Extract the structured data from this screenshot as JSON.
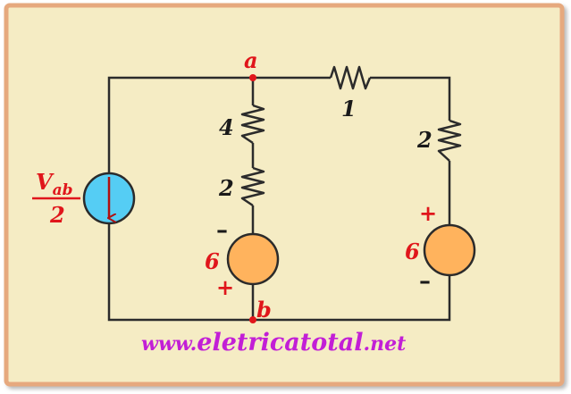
{
  "node_labels": {
    "a": "a",
    "b": "b"
  },
  "resistors": {
    "r_top": "1",
    "r_left_upper": "4",
    "r_left_lower": "2",
    "r_right": "2"
  },
  "current_source": {
    "numerator": "V",
    "subscript": "ab",
    "denominator": "2"
  },
  "middle_source": {
    "value": "6",
    "top_sign": "–",
    "bottom_sign": "+"
  },
  "right_source": {
    "value": "6",
    "top_sign": "+",
    "bottom_sign": "–"
  },
  "watermark": {
    "prefix": "www.",
    "name": "eletricatotal",
    "suffix": ".net"
  },
  "colors": {
    "background": "#f5ecc4",
    "border": "#e6a97e",
    "wire": "#2b2b2b",
    "label_red": "#e0161b",
    "node_dot": "#e0161b",
    "current_source_fill": "#55cdf4",
    "voltage_source_fill": "#ffb35d",
    "watermark": "#c21fd6"
  }
}
